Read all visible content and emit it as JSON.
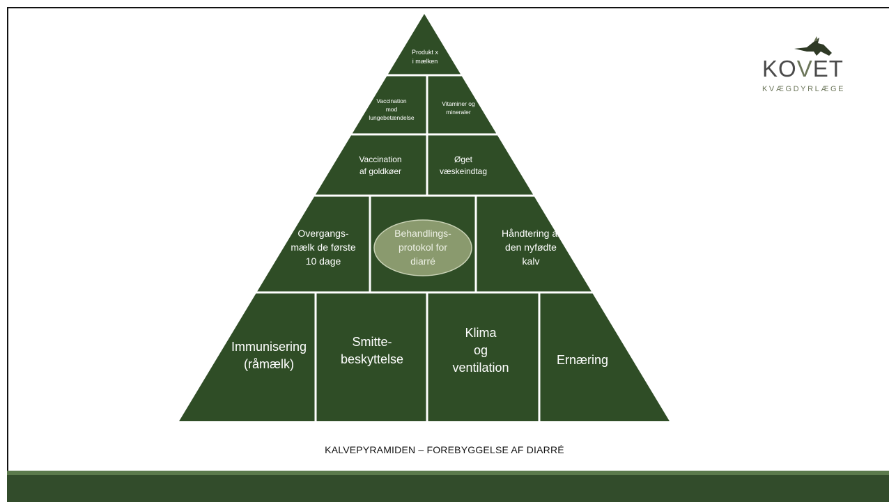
{
  "slide": {
    "caption": "KALVEPYRAMIDEN – FOREBYGGELSE AF DIARRÉ",
    "logo": {
      "name": "KOVET",
      "subtitle": "KVÆGDYRLÆGE"
    }
  },
  "pyramid": {
    "row1": [
      {
        "id": "produkt-x",
        "lines": [
          "Produkt x",
          "i mælken"
        ]
      }
    ],
    "row2": [
      {
        "id": "vaccination-lunge",
        "lines": [
          "Vaccination",
          "mod",
          "lungebetændelse"
        ]
      },
      {
        "id": "vitaminer",
        "lines": [
          "Vitaminer og",
          "mineraler"
        ]
      }
    ],
    "row3": [
      {
        "id": "vaccination-goldkoer",
        "lines": [
          "Vaccination",
          "af goldkøer"
        ]
      },
      {
        "id": "oeget-vaeske",
        "lines": [
          "Øget",
          "væskeindtag"
        ]
      }
    ],
    "row4": [
      {
        "id": "overgangsmaelk",
        "lines": [
          "Overgangs-",
          "mælk de første",
          "10 dage"
        ]
      },
      {
        "id": "behandlingsprotokol",
        "lines": [
          "Behandlings-",
          "protokol for",
          "diarré"
        ]
      },
      {
        "id": "haandtering",
        "lines": [
          "Håndtering af",
          "den nyfødte",
          "kalv"
        ]
      }
    ],
    "row5": [
      {
        "id": "immunisering",
        "lines": [
          "Immunisering",
          "(råmælk)"
        ]
      },
      {
        "id": "smittebeskyttelse",
        "lines": [
          "Smitte-",
          "beskyttelse"
        ]
      },
      {
        "id": "klima",
        "lines": [
          "Klima",
          "og",
          "ventilation"
        ]
      },
      {
        "id": "ernaering",
        "lines": [
          "Ernæring"
        ]
      }
    ]
  },
  "colors": {
    "pyramid_fill": "#2f4d26",
    "divider": "#ffffff",
    "ellipse_fill": "#8a9a6e",
    "ellipse_text": "#eef1e6",
    "footer_bar": "#324c2b",
    "footer_accent": "#5b7a4c",
    "logo_accent": "#6b7559"
  }
}
